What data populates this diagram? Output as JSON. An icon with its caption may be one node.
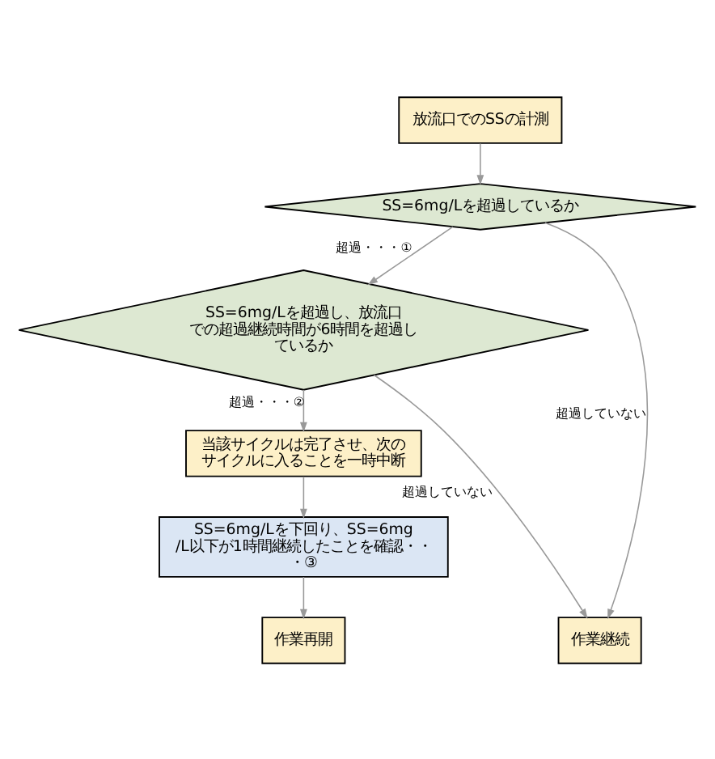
{
  "diagram": {
    "nodes": [
      {
        "text": [
          "放流口でのSSの計測"
        ]
      },
      {
        "text": [
          "SS=6mg/Lを超過しているか"
        ]
      },
      {
        "text": [
          "SS=6mg/Lを超過し、放流口での超過継続時間が6時間を超過しているか"
        ]
      },
      {
        "text": [
          "当該サイクルは完了させ、次のサイクルに入ることを一時中断"
        ]
      },
      {
        "text": [
          "SS=6mg/Lを下回り、SS=6mg/L以下が1時間継続したことを確認・・・③"
        ]
      },
      {
        "text": [
          "作業継続"
        ]
      },
      {
        "text": [
          "作業再開"
        ]
      }
    ],
    "edges": [
      {
        "from": 0,
        "to": 1,
        "arrow": "to"
      },
      {
        "from": 1,
        "to": 5,
        "arrow": "to",
        "label": "超過していない"
      },
      {
        "from": 1,
        "to": 2,
        "arrow": "to",
        "label": "超過・・・①"
      },
      {
        "from": 2,
        "to": 5,
        "arrow": "to",
        "label": "超過していない"
      },
      {
        "from": 2,
        "to": 3,
        "arrow": "to",
        "label": "超過・・・②"
      },
      {
        "from": 3,
        "to": 4,
        "arrow": "to"
      },
      {
        "from": 4,
        "to": 6,
        "arrow": "to"
      }
    ]
  }
}
